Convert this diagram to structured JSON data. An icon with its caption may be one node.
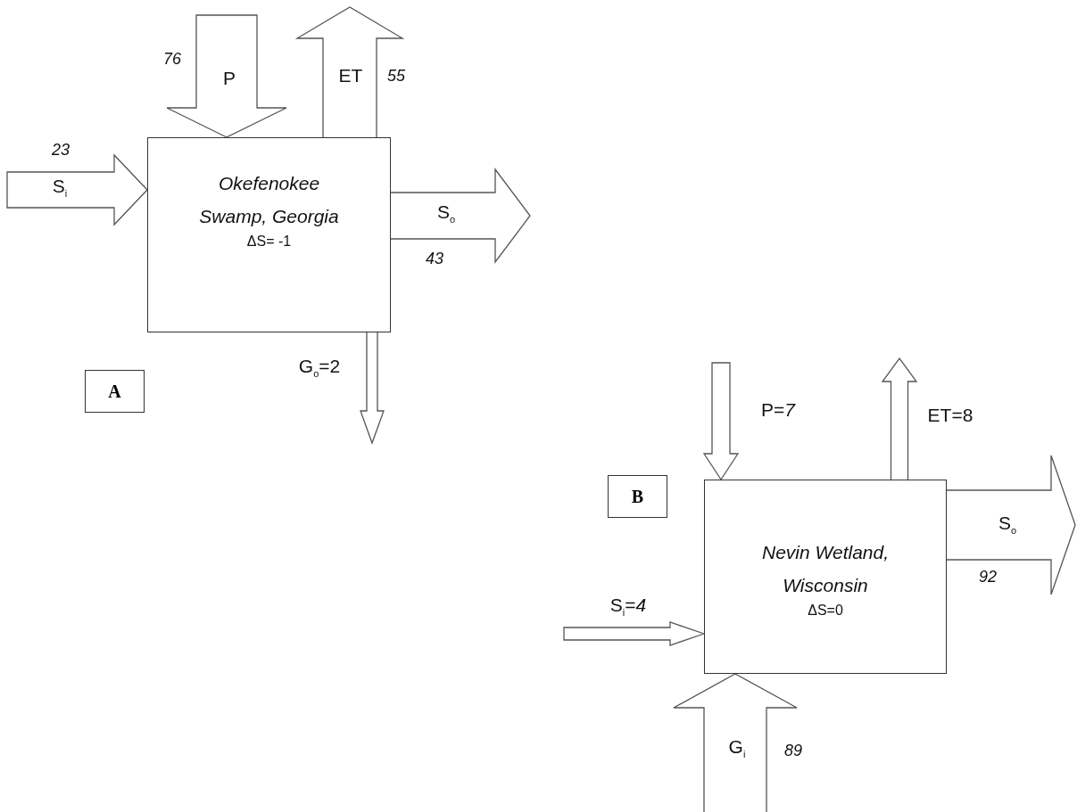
{
  "diagram": {
    "nodes": [
      {
        "text": [
          "Okefenokee Swamp, Georgia",
          "ΔS= -1"
        ]
      },
      {
        "text": [
          "A"
        ]
      },
      {
        "text": [
          "B"
        ]
      },
      {
        "text": [
          "Nevin Wetland, Wisconsin",
          "ΔS=0"
        ]
      }
    ],
    "edges": [
      {
        "from": null,
        "to": 0,
        "arrow": "to",
        "label": "P",
        "style": "thick"
      },
      {
        "from": 0,
        "to": null,
        "arrow": "to",
        "label": "ET",
        "style": "thick"
      },
      {
        "from": null,
        "to": 0,
        "arrow": "to",
        "label": "S$_{i}$",
        "style": "thick"
      },
      {
        "from": 0,
        "to": null,
        "arrow": "to",
        "label": "S$_{o}$",
        "style": "thick"
      },
      {
        "from": 0,
        "to": null,
        "arrow": "to",
        "label": "G$_{o}$=2"
      },
      {
        "from": null,
        "to": 3,
        "arrow": "to",
        "label": "P=*7*"
      },
      {
        "from": 3,
        "to": null,
        "arrow": "to",
        "label": "ET=8"
      },
      {
        "from": 3,
        "to": null,
        "arrow": "to",
        "label": "S$_{o}$",
        "style": "thick"
      },
      {
        "from": null,
        "to": 3,
        "arrow": "to",
        "label": "S$_{i}$=*4*"
      },
      {
        "from": null,
        "to": 3,
        "arrow": "to",
        "label": "G$_{i}$",
        "style": "thick"
      }
    ],
    "labels": [
      "76",
      "55",
      "23",
      "43",
      "92",
      "89"
    ]
  }
}
